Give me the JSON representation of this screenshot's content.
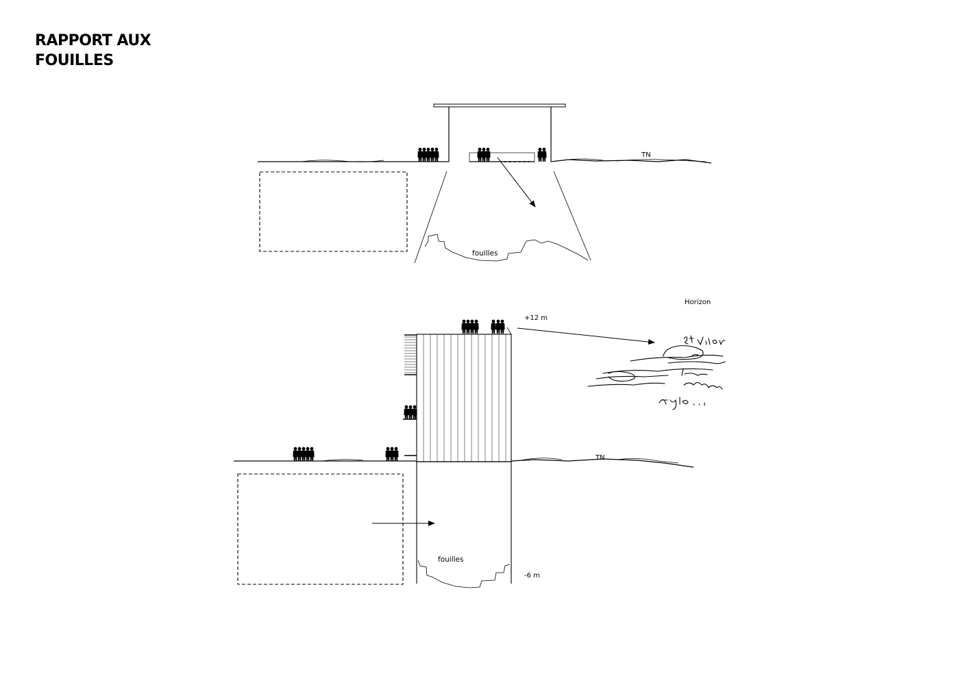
{
  "title": {
    "line1": "RAPPORT AUX",
    "line2": "FOUILLES"
  },
  "section_top": {
    "ground_label": "TN",
    "excavation_label": "fouilles"
  },
  "section_bottom": {
    "horizon_label": "Horizon",
    "top_level_label": "+12 m",
    "ground_label": "TN",
    "excavation_label": "fouilles",
    "bottom_level_label": "-6 m"
  },
  "colors": {
    "ink": "#000000",
    "paper": "#ffffff"
  }
}
